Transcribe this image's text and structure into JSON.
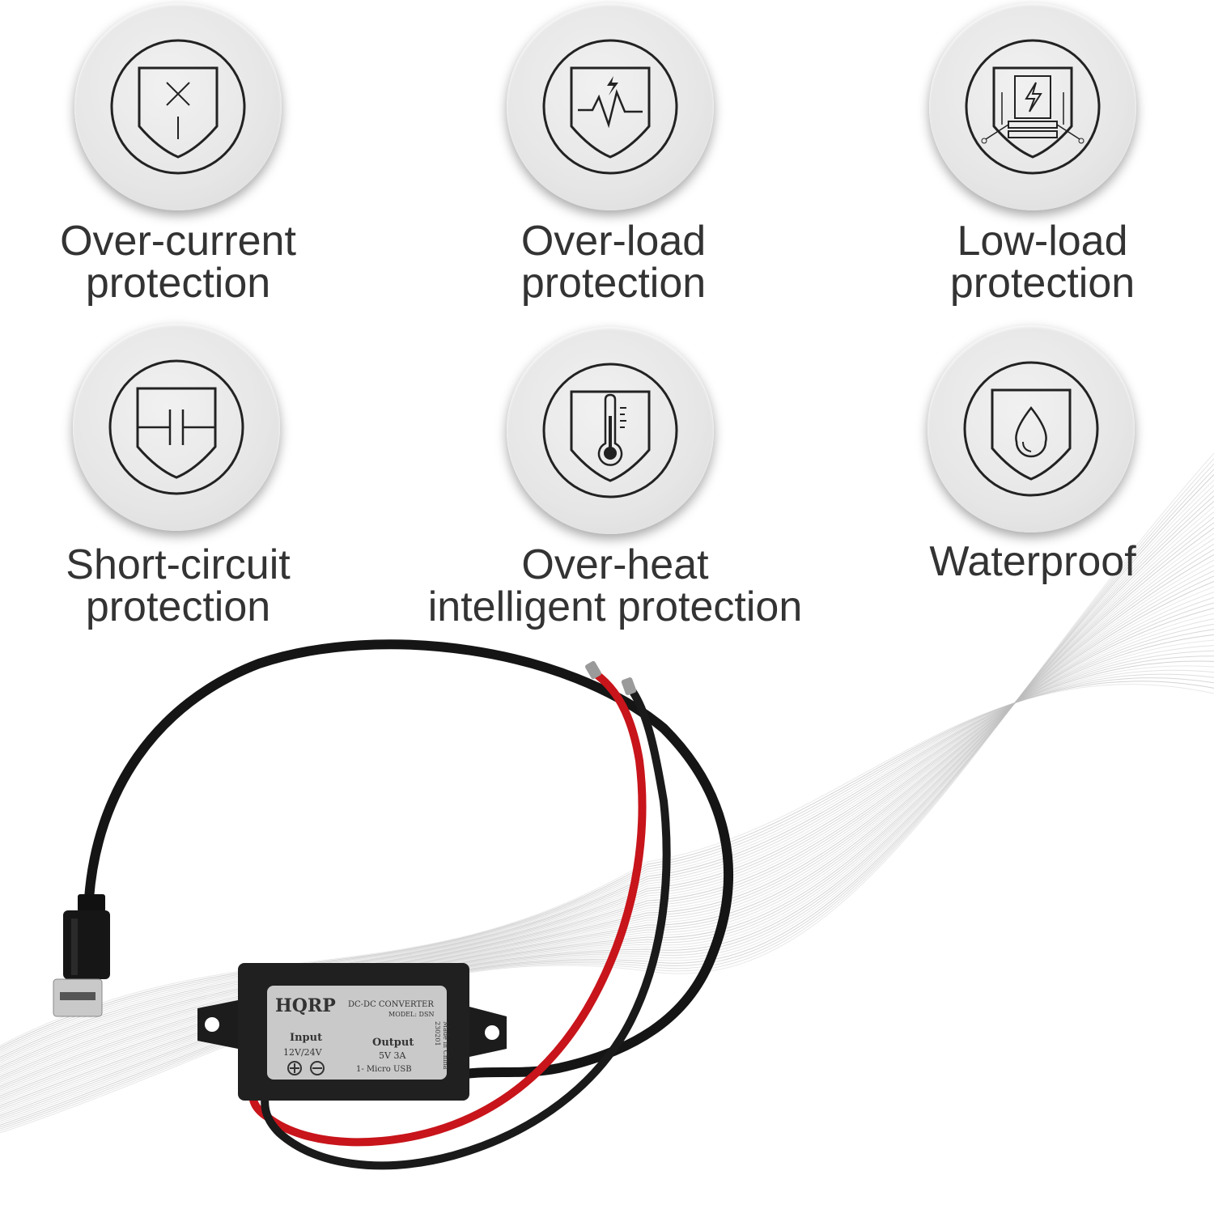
{
  "features": [
    {
      "icon": "shield-x-icon",
      "line1": "Over-current",
      "line2": "protection"
    },
    {
      "icon": "shield-pulse-icon",
      "line1": "Over-load",
      "line2": "protection"
    },
    {
      "icon": "shield-circuit-icon",
      "line1": "Low-load",
      "line2": "protection"
    },
    {
      "icon": "shield-short-circuit-icon",
      "line1": "Short-circuit",
      "line2": "protection"
    },
    {
      "icon": "shield-thermometer-icon",
      "line1": "Over-heat",
      "line2": "intelligent protection"
    },
    {
      "icon": "shield-water-drop-icon",
      "line1": "Waterproof",
      "line2": ""
    }
  ],
  "product": {
    "brand": "HQRP",
    "title": "DC-DC CONVERTER",
    "model": "MODEL: DSN",
    "input_label": "Input",
    "input_value": "12V/24V",
    "output_label": "Output",
    "output_value": "5V 3A",
    "output_connector": "1- Micro USB",
    "batch": "230201",
    "origin": "Made in China",
    "colors": {
      "wire_red": "#c8141b",
      "wire_black": "#1a1a1a",
      "label": "#c9c9c9",
      "housing": "#1c1c1c"
    }
  }
}
